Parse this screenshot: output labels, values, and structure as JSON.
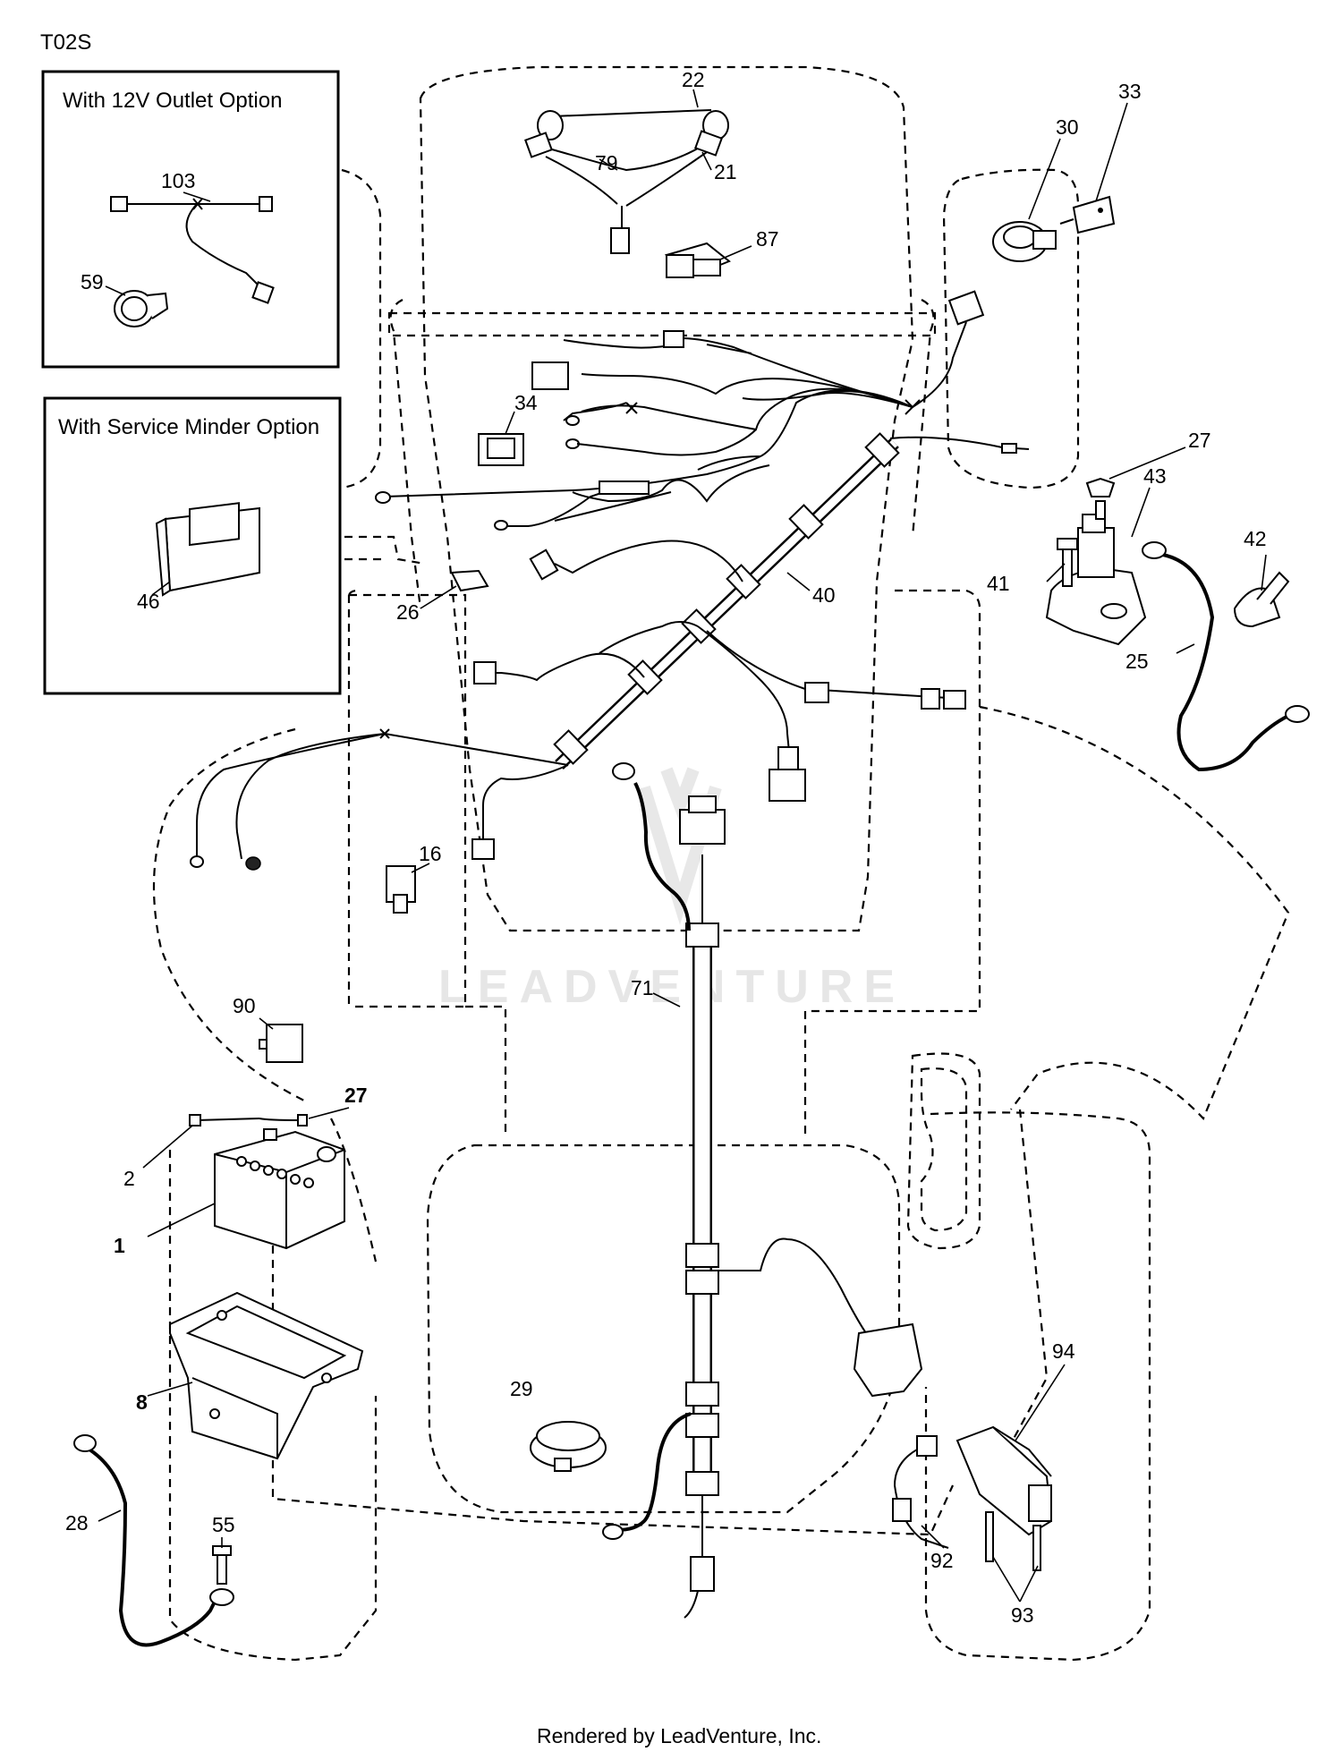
{
  "diagram": {
    "id": "T02S",
    "footer": "Rendered by LeadVenture, Inc.",
    "watermark": "LEADVENTURE",
    "insets": [
      {
        "title": "With 12V Outlet Option"
      },
      {
        "title": "With Service Minder Option"
      }
    ],
    "callouts": [
      {
        "id": "c103",
        "label": "103"
      },
      {
        "id": "c59",
        "label": "59"
      },
      {
        "id": "c46",
        "label": "46"
      },
      {
        "id": "c22",
        "label": "22"
      },
      {
        "id": "c79",
        "label": "79"
      },
      {
        "id": "c21",
        "label": "21"
      },
      {
        "id": "c87",
        "label": "87"
      },
      {
        "id": "c30",
        "label": "30"
      },
      {
        "id": "c33",
        "label": "33"
      },
      {
        "id": "c34",
        "label": "34"
      },
      {
        "id": "c27a",
        "label": "27"
      },
      {
        "id": "c43",
        "label": "43"
      },
      {
        "id": "c42",
        "label": "42"
      },
      {
        "id": "c41",
        "label": "41"
      },
      {
        "id": "c25",
        "label": "25"
      },
      {
        "id": "c40",
        "label": "40"
      },
      {
        "id": "c26",
        "label": "26"
      },
      {
        "id": "c16",
        "label": "16"
      },
      {
        "id": "c71",
        "label": "71"
      },
      {
        "id": "c90",
        "label": "90"
      },
      {
        "id": "c27b",
        "label": "27"
      },
      {
        "id": "c2",
        "label": "2"
      },
      {
        "id": "c1",
        "label": "1"
      },
      {
        "id": "c8",
        "label": "8"
      },
      {
        "id": "c28",
        "label": "28"
      },
      {
        "id": "c55",
        "label": "55"
      },
      {
        "id": "c29",
        "label": "29"
      },
      {
        "id": "c94",
        "label": "94"
      },
      {
        "id": "c92",
        "label": "92"
      },
      {
        "id": "c93",
        "label": "93"
      }
    ]
  }
}
